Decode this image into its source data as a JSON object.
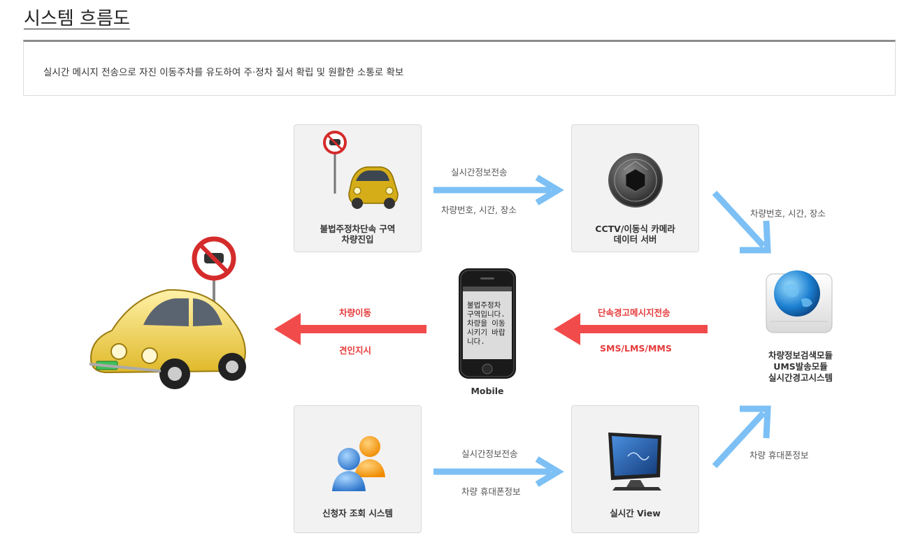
{
  "page": {
    "title": "시스템 흐름도",
    "summary": "실시간 메시지 전송으로 자진 이동주차를 유도하여 주·정차 질서 확립 및 원활한 소통로 확보"
  },
  "nodes": {
    "illegal_zone": {
      "label": "불법주정차단속 구역\n차량진입",
      "icon": "no-parking-car-icon"
    },
    "cctv": {
      "label": "CCTV/이동식 카메라\n데이터 서버",
      "icon": "camera-lens-icon"
    },
    "server": {
      "label": "차량정보검색모듈\nUMS발송모듈\n실시간경고시스템",
      "icon": "globe-server-icon"
    },
    "mobile": {
      "label": "Mobile",
      "screen_text": "불법주정차\n구역입니다.\n차량을 이동\n시키기 바랍\n니다.",
      "icon": "mobile-phone-icon"
    },
    "applicant": {
      "label": "신청자 조회 시스템",
      "icon": "users-icon"
    },
    "realtime_view": {
      "label": "실시간 View",
      "icon": "monitor-icon"
    },
    "car": {
      "icon": "yellow-car-icon"
    }
  },
  "edges": {
    "zone_to_cctv": {
      "top": "실시간정보전송",
      "bottom": "차량번호, 시간, 장소"
    },
    "cctv_to_server": {
      "label": "차량번호, 시간, 장소"
    },
    "server_to_mobile": {
      "top": "단속경고메시지전송",
      "bottom": "SMS/LMS/MMS"
    },
    "mobile_to_car": {
      "top": "차량이동",
      "bottom": "견인지시"
    },
    "applicant_to_view": {
      "top": "실시간정보전송",
      "bottom": "차량 휴대폰정보"
    },
    "view_to_server": {
      "label": "차량 휴대폰정보"
    }
  },
  "colors": {
    "blue_arrow": "#7cc0f5",
    "red_arrow": "#f24b4b",
    "node_bg": "#f2f2f2",
    "red_text": "#e63a3a"
  }
}
